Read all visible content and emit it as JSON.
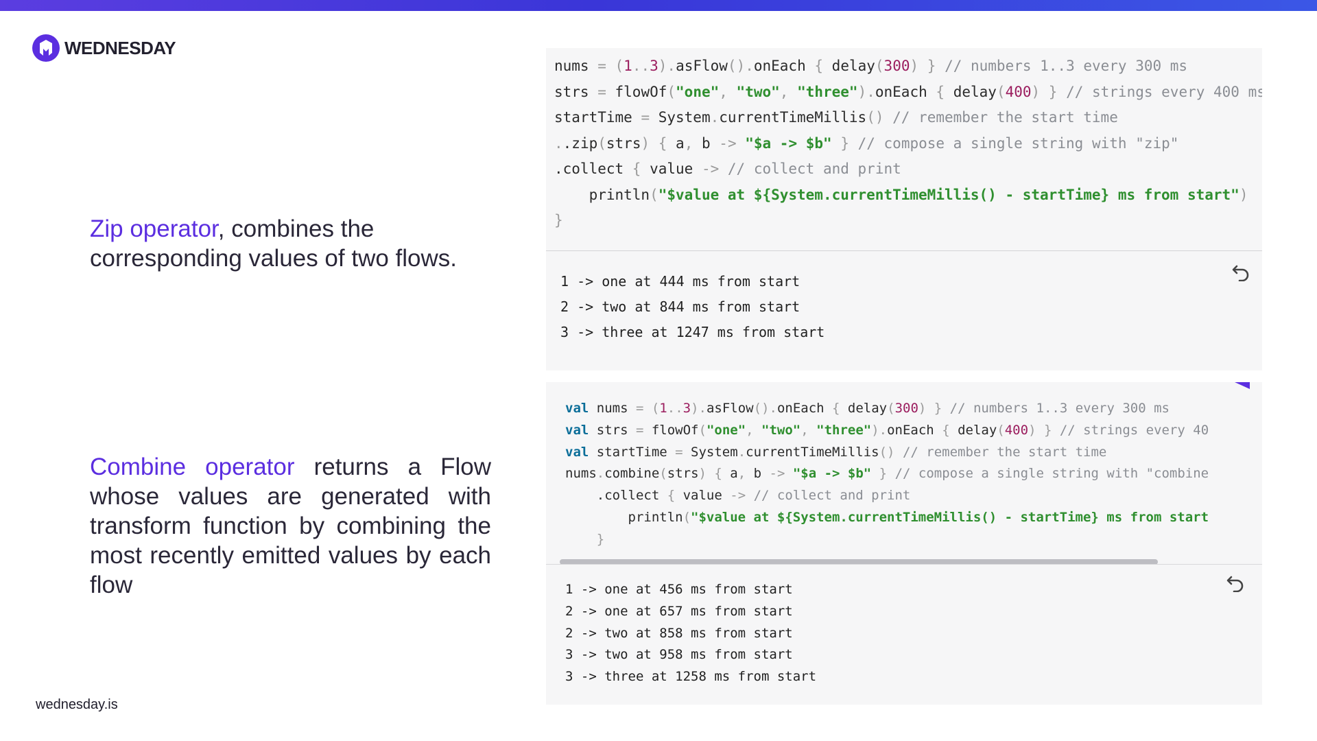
{
  "brand": {
    "name": "WEDNESDAY",
    "accent": "#5b2ee0"
  },
  "footer": {
    "url": "wednesday.is"
  },
  "zip": {
    "highlight": "Zip operator",
    "rest": ", combines the corresponding values of two flows.",
    "code_lines": [
      [
        [
          "",
          "nums"
        ],
        [
          "p",
          " = ("
        ],
        [
          "n",
          "1"
        ],
        [
          "p",
          ".."
        ],
        [
          "n",
          "3"
        ],
        [
          "p",
          ")."
        ],
        [
          "",
          "asFlow"
        ],
        [
          "p",
          "()."
        ],
        [
          "",
          "onEach "
        ],
        [
          "p",
          "{ "
        ],
        [
          "",
          "delay"
        ],
        [
          "p",
          "("
        ],
        [
          "n",
          "300"
        ],
        [
          "p",
          ") } "
        ],
        [
          "c",
          "// numbers 1..3 every 300 ms"
        ]
      ],
      [
        [
          "",
          "strs"
        ],
        [
          "p",
          " = "
        ],
        [
          "",
          "flowOf"
        ],
        [
          "p",
          "("
        ],
        [
          "s",
          "\"one\""
        ],
        [
          "p",
          ", "
        ],
        [
          "s",
          "\"two\""
        ],
        [
          "p",
          ", "
        ],
        [
          "s",
          "\"three\""
        ],
        [
          "p",
          ")."
        ],
        [
          "",
          "onEach "
        ],
        [
          "p",
          "{ "
        ],
        [
          "",
          "delay"
        ],
        [
          "p",
          "("
        ],
        [
          "n",
          "400"
        ],
        [
          "p",
          ") } "
        ],
        [
          "c",
          "// strings every 400 ms"
        ]
      ],
      [
        [
          "",
          "startTime"
        ],
        [
          "p",
          " = "
        ],
        [
          "",
          "System"
        ],
        [
          "p",
          "."
        ],
        [
          "",
          "currentTimeMillis"
        ],
        [
          "p",
          "() "
        ],
        [
          "c",
          "// remember the start time"
        ]
      ],
      [
        [
          "p",
          "."
        ],
        [
          "",
          ".zip"
        ],
        [
          "p",
          "("
        ],
        [
          "",
          "strs"
        ],
        [
          "p",
          ") { "
        ],
        [
          "",
          "a"
        ],
        [
          "p",
          ", "
        ],
        [
          "",
          "b"
        ],
        [
          "p",
          " -> "
        ],
        [
          "s",
          "\"$a -> $b\""
        ],
        [
          "p",
          " } "
        ],
        [
          "c",
          "// compose a single string with \"zip\""
        ]
      ],
      [
        [
          "",
          ".collect "
        ],
        [
          "p",
          "{ "
        ],
        [
          "",
          "value"
        ],
        [
          "p",
          " -> "
        ],
        [
          "c",
          "// collect and print"
        ]
      ],
      [
        [
          "",
          "    println"
        ],
        [
          "p",
          "("
        ],
        [
          "s",
          "\"$value at ${System.currentTimeMillis() - startTime} ms from start\""
        ],
        [
          "p",
          ")"
        ]
      ],
      [
        [
          "p",
          "}"
        ]
      ]
    ],
    "output": [
      "1 -> one at 444 ms from start",
      "2 -> two at 844 ms from start",
      "3 -> three at 1247 ms from start"
    ]
  },
  "combine": {
    "highlight": "Combine operator",
    "rest": " returns a Flow whose values are generated with transform function by combining the most recently emitted values by each flow",
    "code_lines": [
      [
        [
          "k",
          "val"
        ],
        [
          "",
          " nums"
        ],
        [
          "p",
          " = ("
        ],
        [
          "n",
          "1"
        ],
        [
          "p",
          ".."
        ],
        [
          "n",
          "3"
        ],
        [
          "p",
          ")."
        ],
        [
          "",
          "asFlow"
        ],
        [
          "p",
          "()."
        ],
        [
          "",
          "onEach "
        ],
        [
          "p",
          "{ "
        ],
        [
          "",
          "delay"
        ],
        [
          "p",
          "("
        ],
        [
          "n",
          "300"
        ],
        [
          "p",
          ") } "
        ],
        [
          "c",
          "// numbers 1..3 every 300 ms"
        ]
      ],
      [
        [
          "k",
          "val"
        ],
        [
          "",
          " strs"
        ],
        [
          "p",
          " = "
        ],
        [
          "",
          "flowOf"
        ],
        [
          "p",
          "("
        ],
        [
          "s",
          "\"one\""
        ],
        [
          "p",
          ", "
        ],
        [
          "s",
          "\"two\""
        ],
        [
          "p",
          ", "
        ],
        [
          "s",
          "\"three\""
        ],
        [
          "p",
          ")."
        ],
        [
          "",
          "onEach "
        ],
        [
          "p",
          "{ "
        ],
        [
          "",
          "delay"
        ],
        [
          "p",
          "("
        ],
        [
          "n",
          "400"
        ],
        [
          "p",
          ") } "
        ],
        [
          "c",
          "// strings every 40"
        ]
      ],
      [
        [
          "k",
          "val"
        ],
        [
          "",
          " startTime"
        ],
        [
          "p",
          " = "
        ],
        [
          "",
          "System"
        ],
        [
          "p",
          "."
        ],
        [
          "",
          "currentTimeMillis"
        ],
        [
          "p",
          "() "
        ],
        [
          "c",
          "// remember the start time"
        ]
      ],
      [
        [
          "",
          "nums"
        ],
        [
          "p",
          "."
        ],
        [
          "",
          "combine"
        ],
        [
          "p",
          "("
        ],
        [
          "",
          "strs"
        ],
        [
          "p",
          ") { "
        ],
        [
          "",
          "a"
        ],
        [
          "p",
          ", "
        ],
        [
          "",
          "b"
        ],
        [
          "p",
          " -> "
        ],
        [
          "s",
          "\"$a -> $b\""
        ],
        [
          "p",
          " } "
        ],
        [
          "c",
          "// compose a single string with \"combine"
        ]
      ],
      [
        [
          "",
          "    .collect "
        ],
        [
          "p",
          "{ "
        ],
        [
          "",
          "value"
        ],
        [
          "p",
          " -> "
        ],
        [
          "c",
          "// collect and print"
        ]
      ],
      [
        [
          "",
          "        println"
        ],
        [
          "p",
          "("
        ],
        [
          "s",
          "\"$value at ${System.currentTimeMillis() - startTime} ms from start"
        ]
      ],
      [
        [
          "p",
          "    }"
        ]
      ]
    ],
    "output": [
      "1 -> one at 456 ms from start",
      "2 -> one at 657 ms from start",
      "2 -> two at 858 ms from start",
      "3 -> two at 958 ms from start",
      "3 -> three at 1258 ms from start"
    ]
  }
}
